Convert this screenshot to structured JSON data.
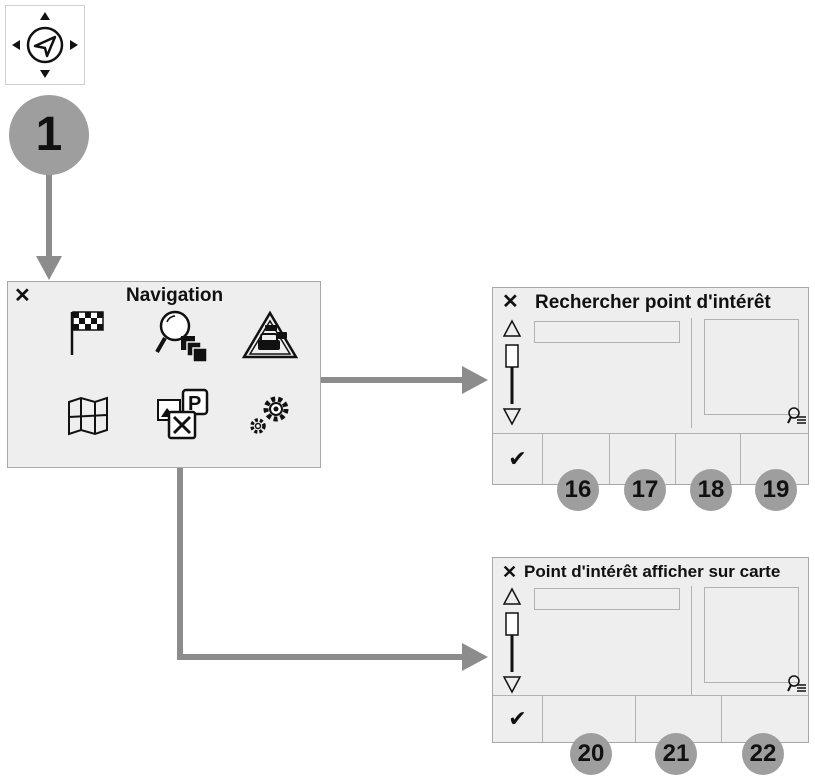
{
  "colors": {
    "panel_bg": "#eeeeee",
    "border": "#a8a8a8",
    "badge": "#9e9e9e",
    "arrow": "#8c8c8c"
  },
  "step_badge": "1",
  "nav_menu": {
    "title": "Navigation",
    "close_icon": "close-icon",
    "items": [
      {
        "icon": "destination-flag-icon"
      },
      {
        "icon": "poi-search-icon"
      },
      {
        "icon": "traffic-icon"
      },
      {
        "icon": "map-icon"
      },
      {
        "icon": "poi-categories-icon"
      },
      {
        "icon": "settings-gears-icon"
      }
    ]
  },
  "search_poi": {
    "title": "Rechercher point d'intérêt",
    "buttons": [
      {
        "icon": "check-icon",
        "label": "✔"
      },
      {},
      {},
      {},
      {}
    ],
    "callouts": [
      "16",
      "17",
      "18",
      "19"
    ]
  },
  "show_poi": {
    "title": "Point d'intérêt afficher sur carte",
    "buttons": [
      {
        "icon": "check-icon",
        "label": "✔"
      },
      {},
      {},
      {}
    ],
    "callouts": [
      "20",
      "21",
      "22"
    ]
  }
}
